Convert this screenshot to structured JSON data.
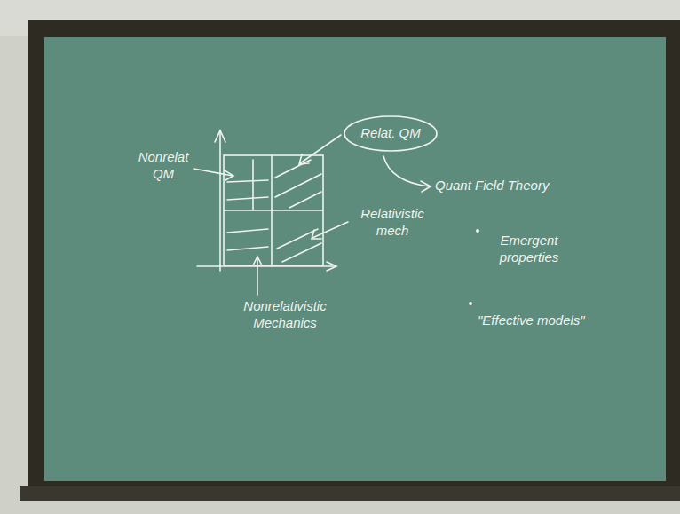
{
  "diagram": {
    "nodes": [
      {
        "text": [
          "Relat. QM"
        ]
      }
    ],
    "labels": [
      "Nonrelat QM",
      "Quant Field Theory",
      "Relativistic mech",
      "Nonrelativistic Mechanics",
      "Emergent properties",
      "\"Effective models\""
    ]
  }
}
